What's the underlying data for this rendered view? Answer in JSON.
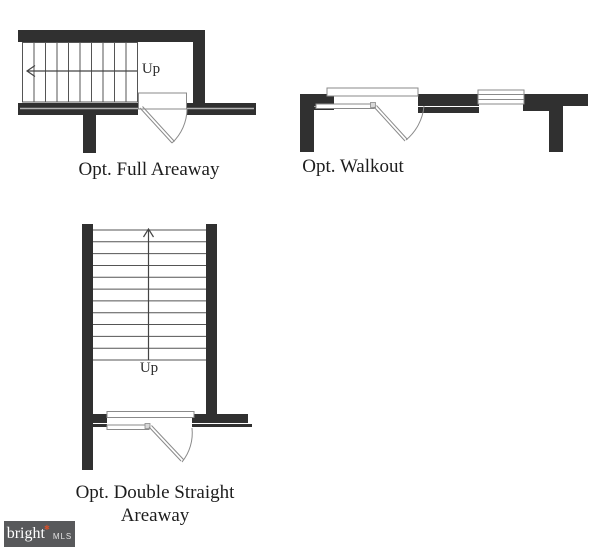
{
  "diagrams": {
    "full_areaway": {
      "caption": "Opt. Full Areaway",
      "up_label": "Up",
      "treads": 10,
      "stair_direction": "up-to-left"
    },
    "walkout": {
      "caption": "Opt. Walkout"
    },
    "double_straight_areaway": {
      "caption_line1": "Opt. Double Straight",
      "caption_line2": "Areaway",
      "up_label": "Up",
      "treads": 12,
      "stair_direction": "up-to-top"
    }
  },
  "logo": {
    "brand": "bright",
    "mark": "✱",
    "suffix": "MLS"
  },
  "colors": {
    "wall": "#303030",
    "stair_line": "#555555",
    "arrow_line": "#444444",
    "door_outline": "#8a8a8a",
    "wall_inner_line": "#b3b3b3",
    "caption_text": "#1d1d1d",
    "logo_background": "#58595b",
    "logo_text": "#ffffff",
    "logo_accent": "#d4502a"
  }
}
